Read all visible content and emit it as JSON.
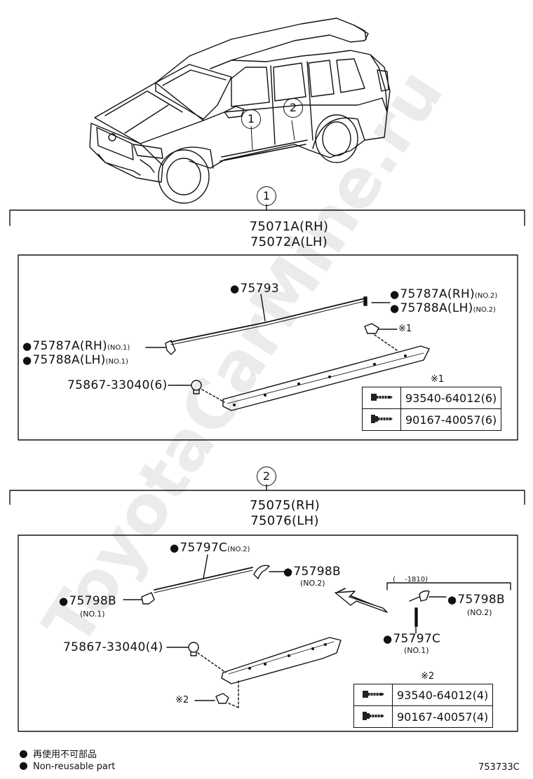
{
  "diagram_id": "753733C",
  "sections": [
    {
      "marker": "1",
      "assembly_rh": "75071A(RH)",
      "assembly_lh": "75072A(LH)",
      "parts": {
        "upper_molding": "75793",
        "end_piece_rear_rh": "75787A(RH)",
        "end_piece_rear_lh": "75788A(LH)",
        "end_piece_rear_note": "(NO.2)",
        "end_piece_front_rh": "75787A(RH)",
        "end_piece_front_lh": "75788A(LH)",
        "end_piece_front_note": "(NO.1)",
        "clip": "75867-33040(6)"
      },
      "fastener_ref": "※1",
      "fastener_table_ref": "※1",
      "fasteners": [
        {
          "icon": "screw-icon",
          "part": "93540-64012(6)"
        },
        {
          "icon": "bolt-icon",
          "part": "90167-40057(6)"
        }
      ]
    },
    {
      "marker": "2",
      "assembly_rh": "75075(RH)",
      "assembly_lh": "75076(LH)",
      "parts": {
        "upper_molding": "75797C",
        "upper_molding_note": "(NO.2)",
        "end_piece_rear": "75798B",
        "end_piece_rear_note": "(NO.2)",
        "end_piece_front": "75798B",
        "end_piece_front_note": "(NO.1)",
        "clip": "75867-33040(4)",
        "variant_range": "(　 -1810)",
        "variant_end_piece": "75798B",
        "variant_end_piece_note": "(NO.2)",
        "variant_molding": "75797C",
        "variant_molding_note": "(NO.1)"
      },
      "fastener_ref": "※2",
      "fastener_table_ref": "※2",
      "fasteners": [
        {
          "icon": "screw-icon",
          "part": "93540-64012(4)"
        },
        {
          "icon": "bolt-icon",
          "part": "90167-40057(4)"
        }
      ]
    }
  ],
  "legend": {
    "japanese": "再使用不可部品",
    "english": "Non-reusable part"
  },
  "watermark": "ToyotaCarMine.ru"
}
